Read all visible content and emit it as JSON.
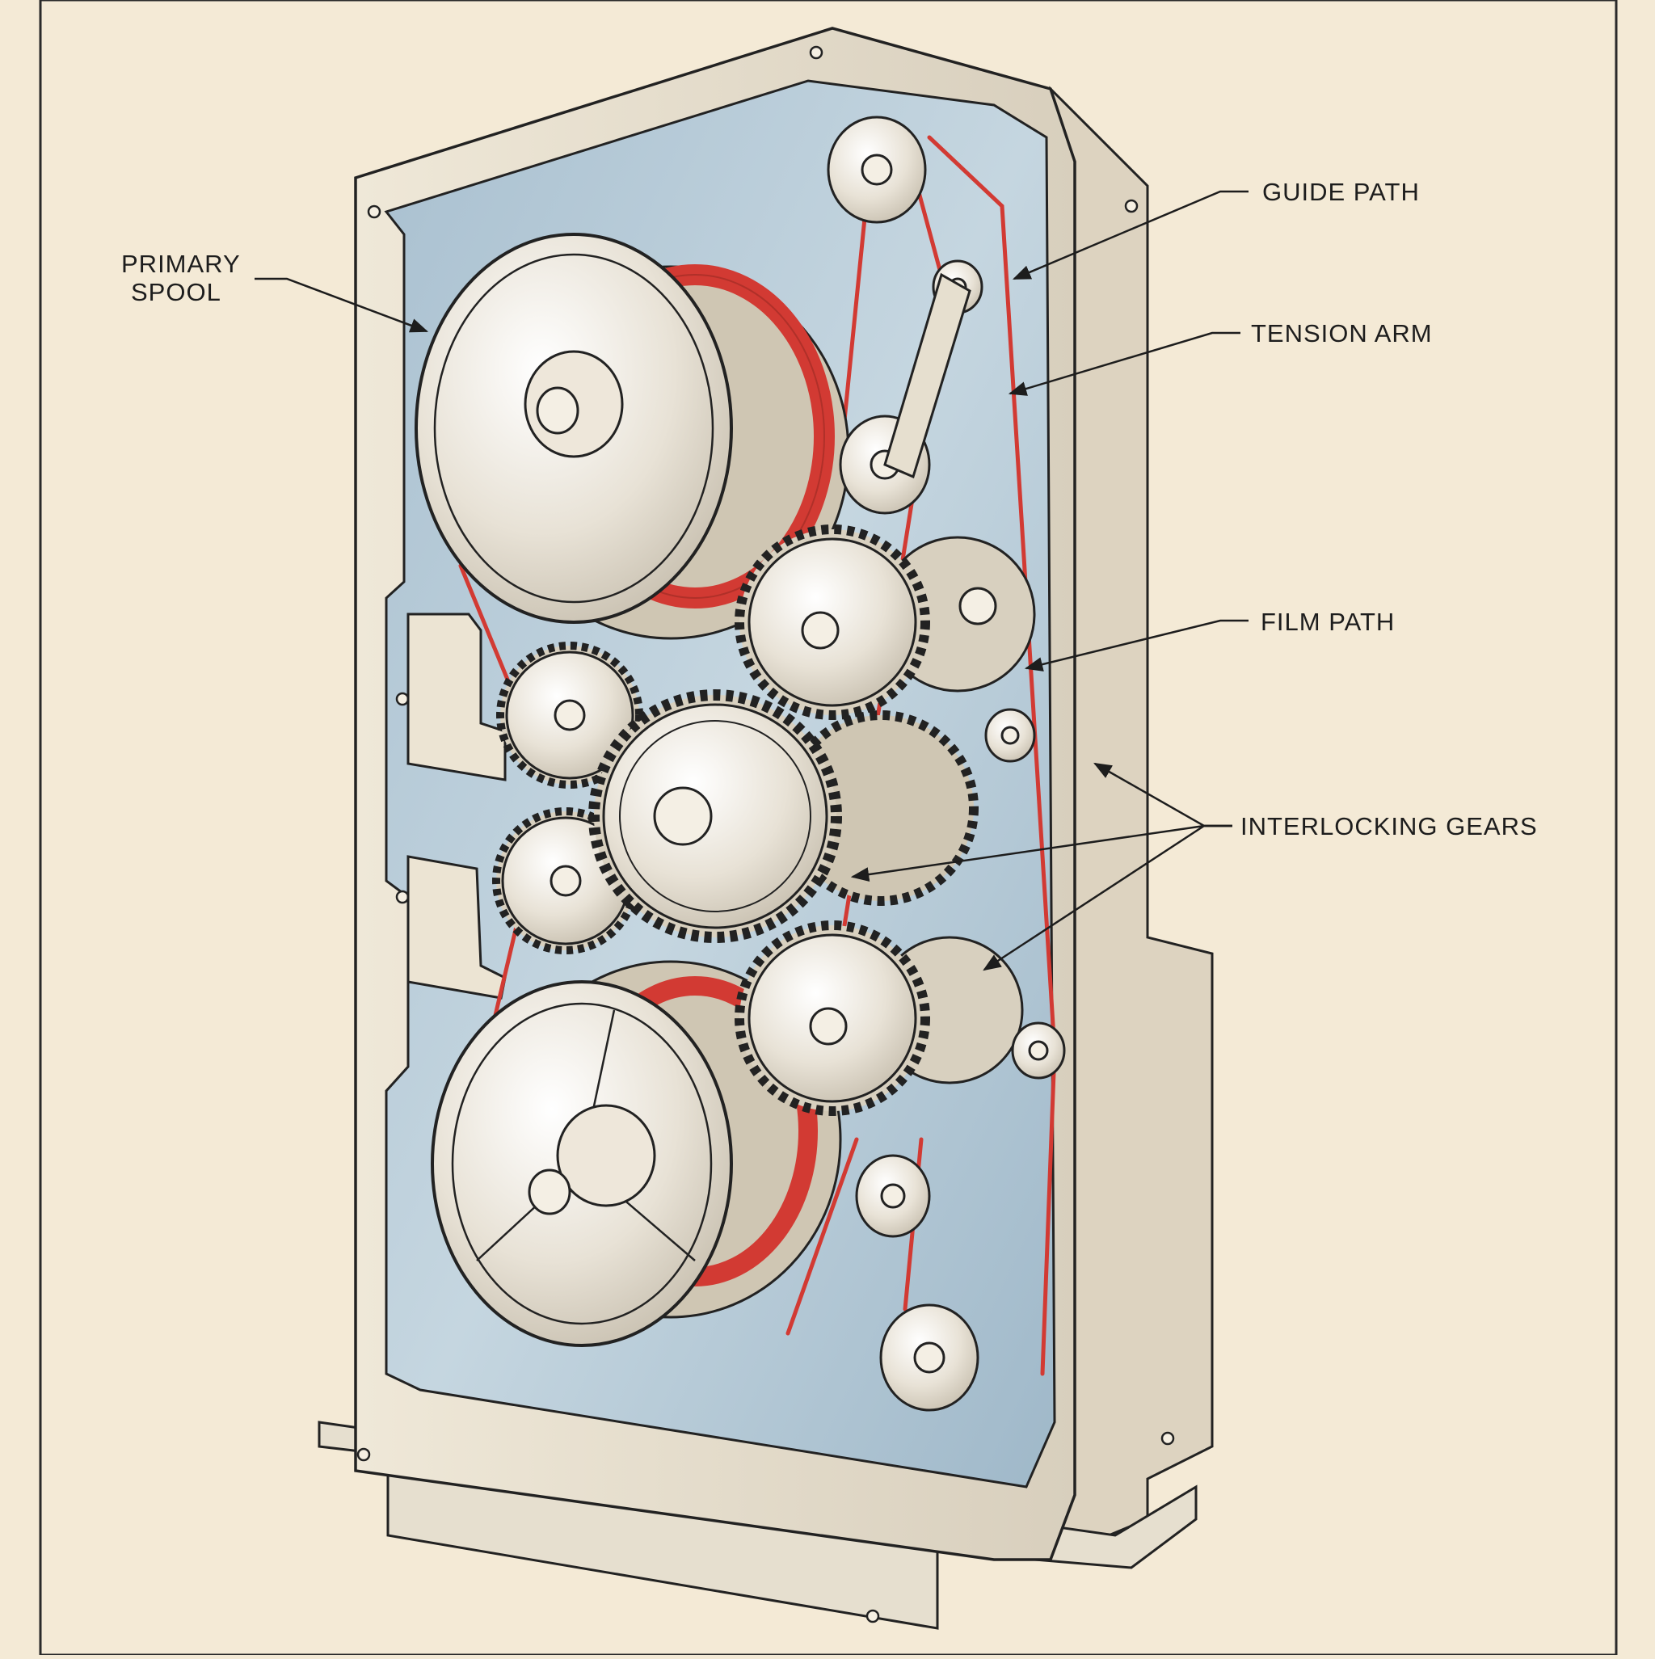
{
  "diagram": {
    "labels": {
      "primary_spool": [
        "PRIMARY",
        "SPOOL"
      ],
      "guide_path": "GUIDE PATH",
      "tension_arm": "TENSION ARM",
      "film_path": "FILM PATH",
      "interlocking_gears": "INTERLOCKING GEARS"
    },
    "colors": {
      "paper": "#f4ead6",
      "ink": "#1d1d1d",
      "casing": "#ebe4d4",
      "interior_wash": "#b9cfdc",
      "film": "#d23a33",
      "metal": "#ece6da"
    }
  }
}
